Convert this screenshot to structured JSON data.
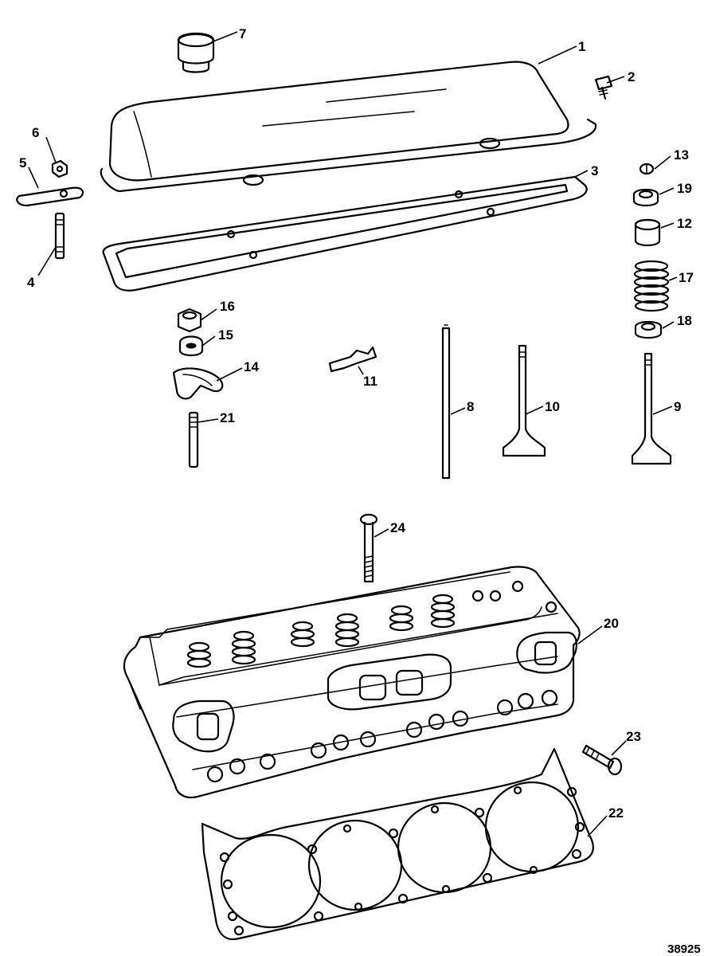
{
  "figure_id": "38925",
  "callouts": [
    {
      "id": "callout-1",
      "text": "1"
    },
    {
      "id": "callout-2",
      "text": "2"
    },
    {
      "id": "callout-3",
      "text": "3"
    },
    {
      "id": "callout-4",
      "text": "4"
    },
    {
      "id": "callout-5",
      "text": "5"
    },
    {
      "id": "callout-6",
      "text": "6"
    },
    {
      "id": "callout-7",
      "text": "7"
    },
    {
      "id": "callout-8",
      "text": "8"
    },
    {
      "id": "callout-9",
      "text": "9"
    },
    {
      "id": "callout-10",
      "text": "10"
    },
    {
      "id": "callout-11",
      "text": "11"
    },
    {
      "id": "callout-12",
      "text": "12"
    },
    {
      "id": "callout-13",
      "text": "13"
    },
    {
      "id": "callout-14",
      "text": "14"
    },
    {
      "id": "callout-15",
      "text": "15"
    },
    {
      "id": "callout-16",
      "text": "16"
    },
    {
      "id": "callout-17",
      "text": "17"
    },
    {
      "id": "callout-18",
      "text": "18"
    },
    {
      "id": "callout-19",
      "text": "19"
    },
    {
      "id": "callout-20",
      "text": "20"
    },
    {
      "id": "callout-21",
      "text": "21"
    },
    {
      "id": "callout-22",
      "text": "22"
    },
    {
      "id": "callout-23",
      "text": "23"
    },
    {
      "id": "callout-24",
      "text": "24"
    }
  ]
}
